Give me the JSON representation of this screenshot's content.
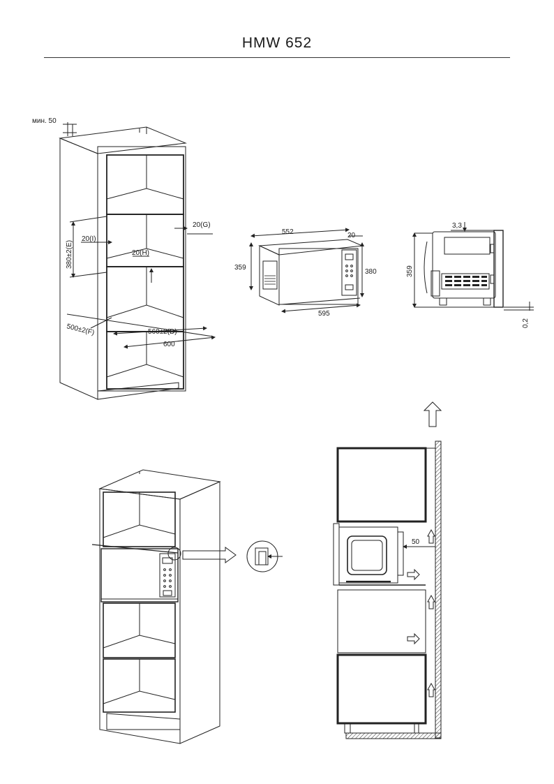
{
  "page": {
    "title": "HMW 652"
  },
  "cabinet_view": {
    "clearance_top": "мин. 50",
    "dim_e": "380±2(E)",
    "dim_i": "20(I)",
    "dim_h": "20(H)",
    "dim_g": "20(G)",
    "dim_f": "500±2(F)",
    "dim_d": "560±2(D)",
    "dim_width": "600"
  },
  "front_view": {
    "width_top": "552",
    "width_bottom": "595",
    "height_left": "359",
    "height_right": "380",
    "frame": "20"
  },
  "side_view": {
    "top_gap": "3,3",
    "height": "359",
    "bottom_gap": "0,2"
  },
  "section_view": {
    "gap": "50"
  }
}
